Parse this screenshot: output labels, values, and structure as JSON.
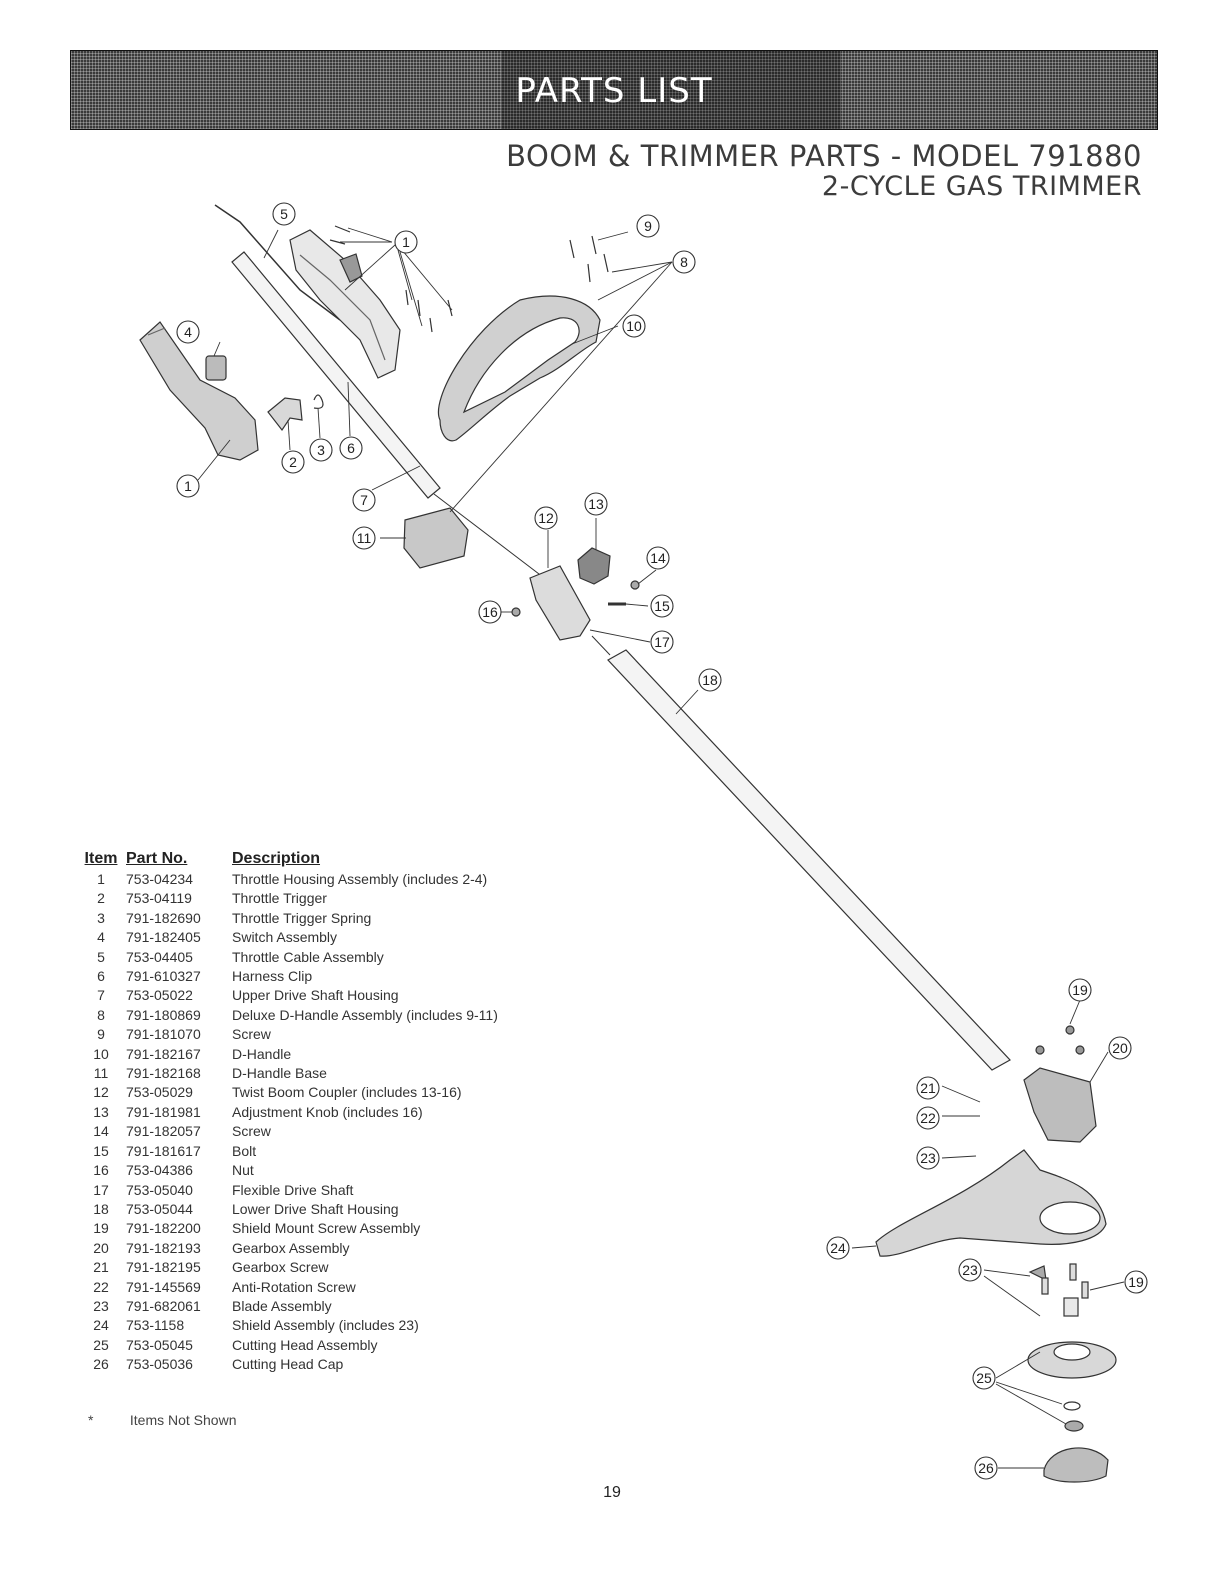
{
  "banner": {
    "title": "PARTS LIST"
  },
  "heading": {
    "line1": "BOOM & TRIMMER PARTS - MODEL 791880",
    "line2": "2-CYCLE GAS TRIMMER"
  },
  "table": {
    "headers": {
      "item": "Item",
      "part_no": "Part No.",
      "description": "Description"
    },
    "rows": [
      {
        "item": "1",
        "part_no": "753-04234",
        "description": "Throttle Housing Assembly (includes 2-4)"
      },
      {
        "item": "2",
        "part_no": "753-04119",
        "description": "Throttle Trigger"
      },
      {
        "item": "3",
        "part_no": "791-182690",
        "description": "Throttle Trigger Spring"
      },
      {
        "item": "4",
        "part_no": "791-182405",
        "description": "Switch Assembly"
      },
      {
        "item": "5",
        "part_no": "753-04405",
        "description": "Throttle Cable Assembly"
      },
      {
        "item": "6",
        "part_no": "791-610327",
        "description": "Harness Clip"
      },
      {
        "item": "7",
        "part_no": "753-05022",
        "description": "Upper Drive Shaft Housing"
      },
      {
        "item": "8",
        "part_no": "791-180869",
        "description": "Deluxe D-Handle Assembly (includes 9-11)"
      },
      {
        "item": "9",
        "part_no": "791-181070",
        "description": "Screw"
      },
      {
        "item": "10",
        "part_no": "791-182167",
        "description": "D-Handle"
      },
      {
        "item": "11",
        "part_no": "791-182168",
        "description": "D-Handle Base"
      },
      {
        "item": "12",
        "part_no": "753-05029",
        "description": "Twist Boom Coupler (includes 13-16)"
      },
      {
        "item": "13",
        "part_no": "791-181981",
        "description": "Adjustment Knob (includes 16)"
      },
      {
        "item": "14",
        "part_no": "791-182057",
        "description": "Screw"
      },
      {
        "item": "15",
        "part_no": "791-181617",
        "description": "Bolt"
      },
      {
        "item": "16",
        "part_no": "753-04386",
        "description": "Nut"
      },
      {
        "item": "17",
        "part_no": "753-05040",
        "description": "Flexible Drive Shaft"
      },
      {
        "item": "18",
        "part_no": "753-05044",
        "description": "Lower Drive Shaft Housing"
      },
      {
        "item": "19",
        "part_no": "791-182200",
        "description": "Shield Mount Screw Assembly"
      },
      {
        "item": "20",
        "part_no": "791-182193",
        "description": "Gearbox Assembly"
      },
      {
        "item": "21",
        "part_no": "791-182195",
        "description": "Gearbox Screw"
      },
      {
        "item": "22",
        "part_no": "791-145569",
        "description": "Anti-Rotation Screw"
      },
      {
        "item": "23",
        "part_no": "791-682061",
        "description": "Blade Assembly"
      },
      {
        "item": "24",
        "part_no": "753-1158",
        "description": "Shield Assembly (includes 23)"
      },
      {
        "item": "25",
        "part_no": "753-05045",
        "description": "Cutting Head Assembly"
      },
      {
        "item": "26",
        "part_no": "753-05036",
        "description": "Cutting Head Cap"
      }
    ]
  },
  "footnote": {
    "mark": "*",
    "text": "Items Not Shown"
  },
  "page_number": "19",
  "callouts": [
    "1",
    "1",
    "2",
    "3",
    "4",
    "5",
    "6",
    "7",
    "8",
    "9",
    "10",
    "11",
    "12",
    "13",
    "14",
    "15",
    "16",
    "17",
    "18",
    "19",
    "19",
    "20",
    "21",
    "22",
    "23",
    "23",
    "24",
    "25",
    "26"
  ]
}
